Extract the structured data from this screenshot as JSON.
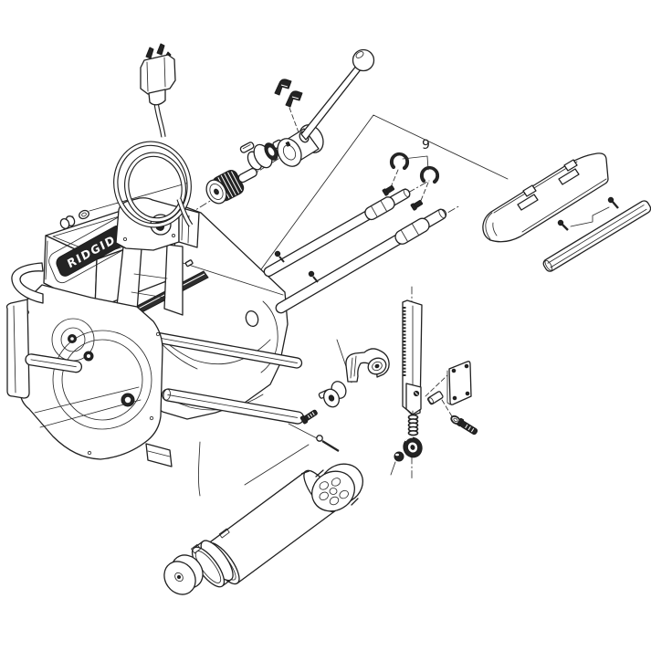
{
  "figure": {
    "type": "exploded-parts-diagram",
    "background": "#ffffff",
    "line_color": "#212121",
    "dark_fill": "#242424",
    "callout_label": "9",
    "brand": "RIDGID"
  },
  "parts": [
    "power-plug",
    "power-cord-coil",
    "machine-housing",
    "ridgid-badge",
    "mount-screw",
    "mount-washer",
    "knurled-knob",
    "shaft-bearing-assembly",
    "key",
    "handle-hub",
    "ball-handle",
    "spring-clips",
    "retaining-ring-upper",
    "retaining-ring-lower",
    "carriage-shaft-upper",
    "carriage-shaft-lower",
    "set-screws",
    "chip-cover",
    "cover-screws",
    "support-bar",
    "feed-rack",
    "compression-spring",
    "cutter-wheel",
    "ball-detent",
    "cover-plate",
    "roll-pin",
    "washer",
    "cap-screw",
    "cutter-frame",
    "guide-roller",
    "frame-screw",
    "groove-pin",
    "die-head-disc",
    "drum-roller",
    "retaining-collar",
    "end-disc"
  ]
}
